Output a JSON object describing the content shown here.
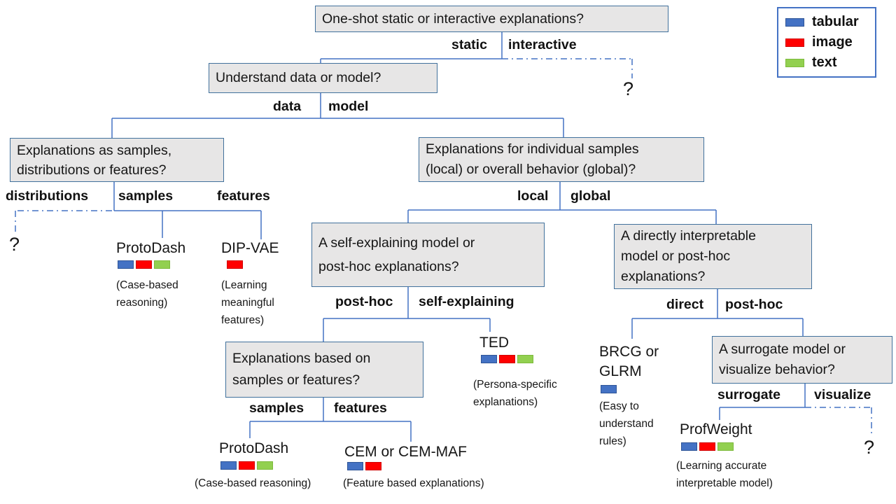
{
  "colors": {
    "line": "#4472C4",
    "box_fill": "#E7E6E6",
    "box_border": "#41719C",
    "tabular": "#4472C4",
    "image": "#FF0000",
    "text": "#92D050"
  },
  "legend": {
    "items": [
      {
        "label": "tabular",
        "color": "#4472C4"
      },
      {
        "label": "image",
        "color": "#FF0000"
      },
      {
        "label": "text",
        "color": "#92D050"
      }
    ]
  },
  "questions": {
    "root": {
      "lines": [
        "One-shot static or interactive explanations?"
      ]
    },
    "data_or_model": {
      "lines": [
        "Understand data or model?"
      ]
    },
    "samples_dist_features": {
      "lines": [
        "Explanations as samples,",
        "distributions or features?"
      ]
    },
    "local_or_global": {
      "lines": [
        "Explanations for individual samples",
        "(local) or overall behavior (global)?"
      ]
    },
    "self_or_posthoc": {
      "lines": [
        "A self-explaining model or",
        "post-hoc explanations?"
      ]
    },
    "direct_or_posthoc": {
      "lines": [
        "A directly interpretable",
        "model or post-hoc",
        "explanations?"
      ]
    },
    "samples_or_features": {
      "lines": [
        "Explanations based on",
        "samples or features?"
      ]
    },
    "surrogate_or_visualize": {
      "lines": [
        "A surrogate model or",
        "visualize behavior?"
      ]
    }
  },
  "branches": {
    "static": "static",
    "interactive": "interactive",
    "data": "data",
    "model": "model",
    "distributions": "distributions",
    "samples": "samples",
    "features": "features",
    "local": "local",
    "global": "global",
    "post_hoc": "post-hoc",
    "self_explaining": "self-explaining",
    "direct": "direct",
    "post_hoc2": "post-hoc",
    "samples2": "samples",
    "features2": "features",
    "surrogate": "surrogate",
    "visualize": "visualize"
  },
  "unknown_mark": "?",
  "methods": {
    "protodash_data": {
      "title_lines": [
        "ProtoDash"
      ],
      "modalities": [
        "tabular",
        "image",
        "text"
      ],
      "desc_lines": [
        "(Case-based",
        "reasoning)"
      ]
    },
    "dip_vae": {
      "title_lines": [
        "DIP-VAE"
      ],
      "modalities": [
        "image"
      ],
      "desc_lines": [
        "(Learning",
        "meaningful",
        "features)"
      ]
    },
    "ted": {
      "title_lines": [
        "TED"
      ],
      "modalities": [
        "tabular",
        "image",
        "text"
      ],
      "desc_lines": [
        "(Persona-specific",
        "explanations)"
      ]
    },
    "brcg_glrm": {
      "title_lines": [
        "BRCG or",
        "GLRM"
      ],
      "modalities": [
        "tabular"
      ],
      "desc_lines": [
        "(Easy to",
        "understand",
        "rules)"
      ]
    },
    "profweight": {
      "title_lines": [
        "ProfWeight"
      ],
      "modalities": [
        "tabular",
        "image",
        "text"
      ],
      "desc_lines": [
        "(Learning accurate",
        "interpretable model)"
      ]
    },
    "protodash_local": {
      "title_lines": [
        "ProtoDash"
      ],
      "modalities": [
        "tabular",
        "image",
        "text"
      ],
      "desc_lines": [
        "(Case-based reasoning)"
      ]
    },
    "cem": {
      "title_lines": [
        "CEM or CEM-MAF"
      ],
      "modalities": [
        "tabular",
        "image"
      ],
      "desc_lines": [
        "(Feature based explanations)"
      ]
    }
  }
}
